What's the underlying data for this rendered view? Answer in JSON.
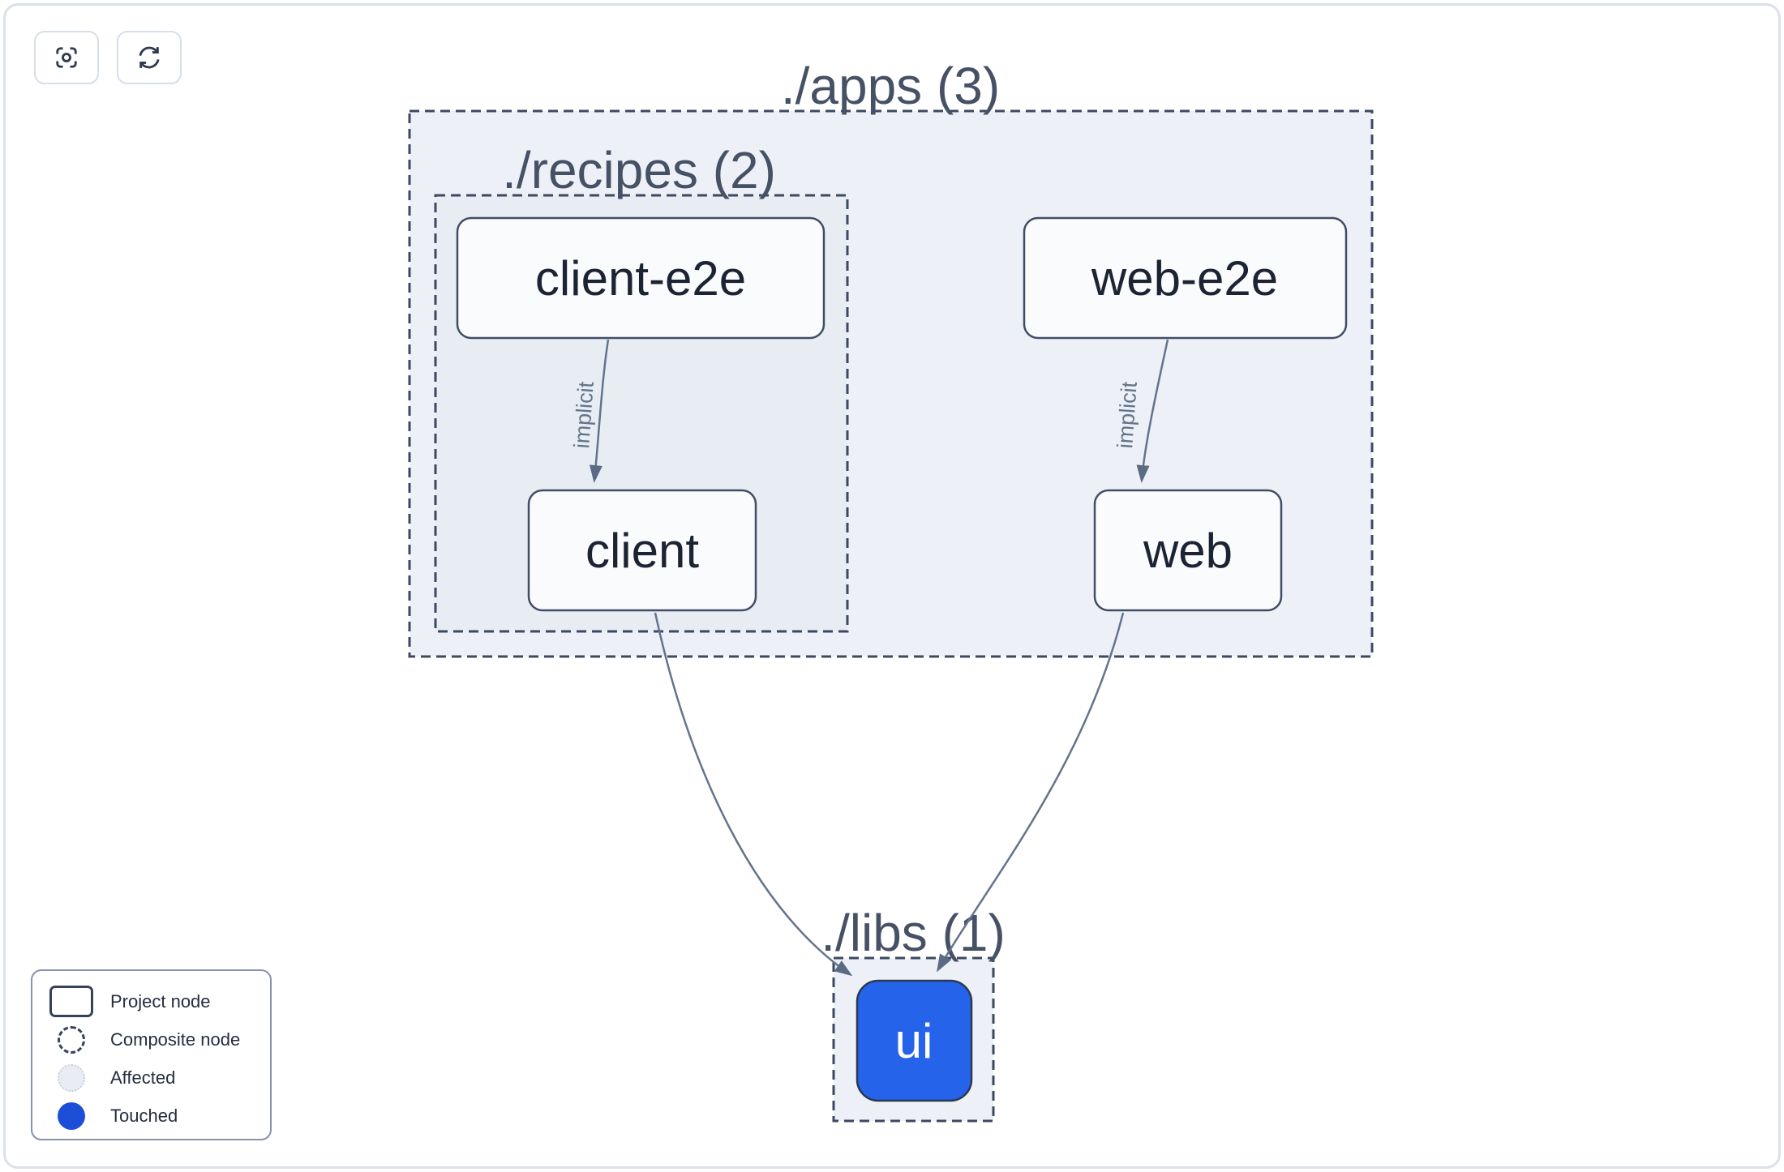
{
  "toolbar": {
    "buttons": [
      {
        "name": "focus-button",
        "icon": "focus-center-icon"
      },
      {
        "name": "refresh-button",
        "icon": "refresh-icon"
      }
    ]
  },
  "graph": {
    "clusters": [
      {
        "id": "apps",
        "label": "./apps (3)"
      },
      {
        "id": "recipes",
        "label": "./recipes (2)"
      },
      {
        "id": "libs",
        "label": "./libs (1)"
      }
    ],
    "nodes": [
      {
        "id": "client-e2e",
        "label": "client-e2e",
        "state": "default",
        "cluster": "recipes"
      },
      {
        "id": "web-e2e",
        "label": "web-e2e",
        "state": "default",
        "cluster": "apps"
      },
      {
        "id": "client",
        "label": "client",
        "state": "default",
        "cluster": "recipes"
      },
      {
        "id": "web",
        "label": "web",
        "state": "default",
        "cluster": "apps"
      },
      {
        "id": "ui",
        "label": "ui",
        "state": "touched",
        "cluster": "libs"
      }
    ],
    "edges": [
      {
        "from": "client-e2e",
        "to": "client",
        "type": "implicit",
        "label": "implicit"
      },
      {
        "from": "web-e2e",
        "to": "web",
        "type": "implicit",
        "label": "implicit"
      },
      {
        "from": "client",
        "to": "ui",
        "type": "static",
        "label": ""
      },
      {
        "from": "web",
        "to": "ui",
        "type": "static",
        "label": ""
      }
    ]
  },
  "legend": {
    "items": [
      {
        "swatch": "project-node-swatch",
        "label": "Project node"
      },
      {
        "swatch": "composite-node-swatch",
        "label": "Composite node"
      },
      {
        "swatch": "affected-swatch",
        "label": "Affected"
      },
      {
        "swatch": "touched-swatch",
        "label": "Touched"
      }
    ]
  },
  "colors": {
    "touched_node": "#2563eb",
    "touched_legend_dot": "#1d4ed8",
    "affected_fill": "#e9edf3",
    "cluster_fill": "#edf1f7",
    "cluster_border": "#3d4961",
    "node_fill": "#fafbfd",
    "node_border": "#414d66",
    "edge": "#64748b",
    "cluster_label": "#475166",
    "node_label": "#1c2333"
  }
}
